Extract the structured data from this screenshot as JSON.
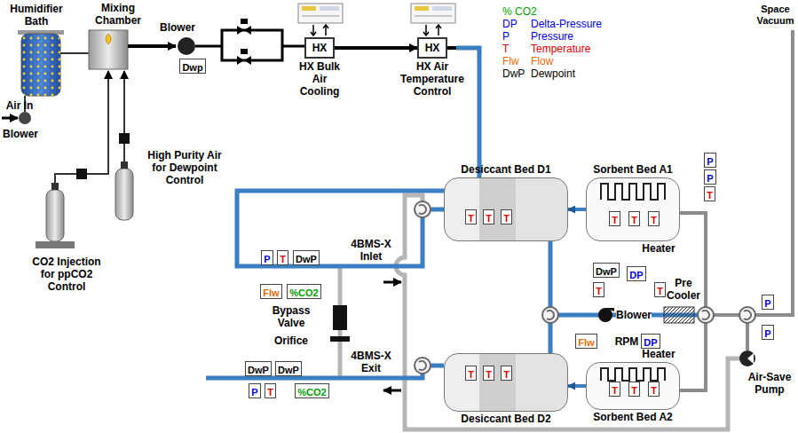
{
  "diagram": {
    "nodes": [
      {
        "text": [
          "Dwp"
        ]
      },
      {
        "text": [
          "HX",
          "HX Bulk Air Cooling"
        ]
      },
      {
        "text": [
          "HX",
          "HX Air Temperature Control"
        ]
      },
      {
        "text": [
          "P"
        ]
      },
      {
        "text": [
          "P"
        ]
      },
      {
        "text": [
          "T"
        ]
      },
      {
        "text": [
          "Desiccant Bed D1"
        ]
      },
      {
        "text": [
          "T"
        ],
        "in": 6
      },
      {
        "text": [
          "T"
        ],
        "in": 6
      },
      {
        "text": [
          "T"
        ],
        "in": 6
      },
      {
        "text": [
          "Sorbent Bed A1",
          "Heater"
        ]
      },
      {
        "text": [
          "T"
        ],
        "in": 10
      },
      {
        "text": [
          "T"
        ],
        "in": 10
      },
      {
        "text": [
          "T"
        ],
        "in": 10
      },
      {
        "text": [
          "P"
        ]
      },
      {
        "text": [
          "T"
        ]
      },
      {
        "text": [
          "DwP"
        ]
      },
      {
        "text": [
          "DwP"
        ]
      },
      {
        "text": [
          "DP"
        ]
      },
      {
        "text": [
          "T"
        ]
      },
      {
        "text": [
          "T"
        ]
      },
      {
        "text": [
          "Flw"
        ]
      },
      {
        "text": [
          "%CO2"
        ]
      },
      {
        "text": [
          "Flw"
        ]
      },
      {
        "text": [
          "DP"
        ]
      },
      {
        "text": [
          "P"
        ]
      },
      {
        "text": [
          "P"
        ]
      },
      {
        "text": [
          "DwP"
        ]
      },
      {
        "text": [
          "DwP"
        ]
      },
      {
        "text": [
          "P"
        ]
      },
      {
        "text": [
          "T"
        ]
      },
      {
        "text": [
          "%CO2"
        ]
      },
      {
        "text": [
          "Desiccant Bed D2"
        ]
      },
      {
        "text": [
          "T"
        ],
        "in": 32
      },
      {
        "text": [
          "T"
        ],
        "in": 32
      },
      {
        "text": [
          "T"
        ],
        "in": 32
      },
      {
        "text": [
          "Heater",
          "Sorbent Bed A2"
        ]
      },
      {
        "text": [
          "T"
        ],
        "in": 36
      },
      {
        "text": [
          "T"
        ],
        "in": 36
      },
      {
        "text": [
          "T"
        ],
        "in": 36
      }
    ],
    "edges": [
      {
        "from": 1,
        "to": 2,
        "arrow": "to"
      },
      {
        "from": 10,
        "to": 6,
        "arrow": "to"
      },
      {
        "from": 36,
        "to": 32,
        "arrow": "to"
      }
    ],
    "labels": [
      "Humidifier Bath",
      "Mixing Chamber",
      "Blower",
      "% CO2",
      "DP",
      "Delta-Pressure",
      "P",
      "Pressure",
      "T",
      "Temperature",
      "Flw",
      "Flow",
      "DwP",
      "Dewpoint",
      "Space Vacuum",
      "Air In",
      "Blower",
      "High Purity Air for Dewpoint Control",
      "CO2 Injection for ppCO2 Control",
      "4BMS-X Inlet",
      "Bypass Valve",
      "Orifice",
      "4BMS-X Exit",
      "Pre Cooler",
      "Blower",
      "RPM",
      "Air-Save Pump"
    ]
  }
}
